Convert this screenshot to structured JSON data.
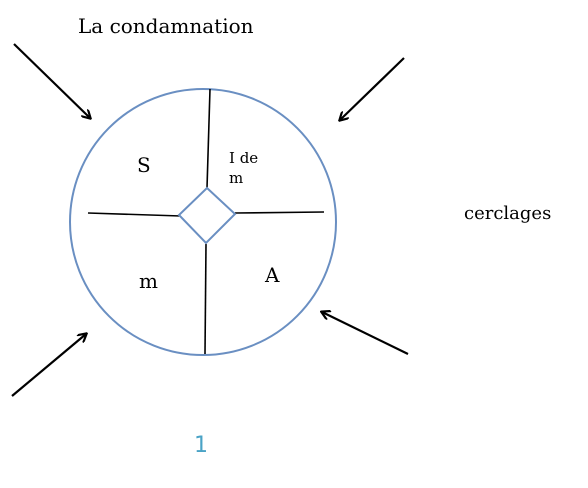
{
  "title": "La condamnation",
  "right_label": "cerclages",
  "quadrants": {
    "top_left": "S",
    "top_right_line1": "I de",
    "top_right_line2": "m",
    "bottom_left": "m",
    "bottom_right": "A"
  },
  "page_number": "1",
  "colors": {
    "circle_stroke": "#6a8fc2",
    "diamond_stroke": "#6a8fc2",
    "lines": "#000000",
    "page_number": "#4aa3c6"
  }
}
